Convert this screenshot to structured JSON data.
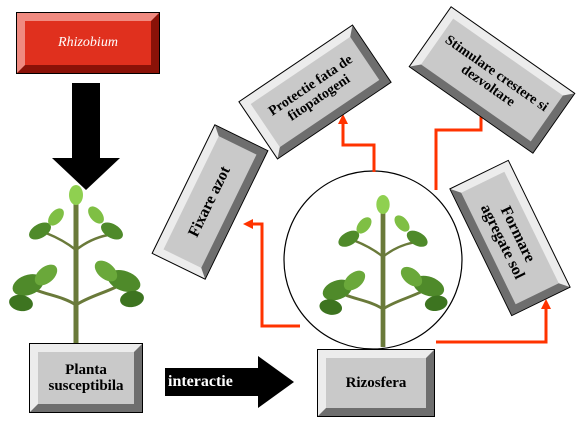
{
  "nodes": {
    "rhizobium": "Rhizobium",
    "planta": "Planta susceptibila",
    "interactie": "interactie",
    "rizosfera": "Rizosfera",
    "fixare": "Fixare azot",
    "protectie": "Protectie fata de fitopatogeni",
    "stimulare": "Stimulare crestere si dezvoltare",
    "formare": "Formare agregate sol"
  },
  "colors": {
    "box_fill": "#c9c9c9",
    "rhizobium_fill": "#e0301e",
    "connector": "#ff3300",
    "arrow": "#000000",
    "plant_leaf": "#4f8a2a",
    "plant_stem": "#6a7a3a"
  },
  "icons": [
    "plant-icon",
    "down-arrow-icon",
    "right-arrow-icon"
  ]
}
